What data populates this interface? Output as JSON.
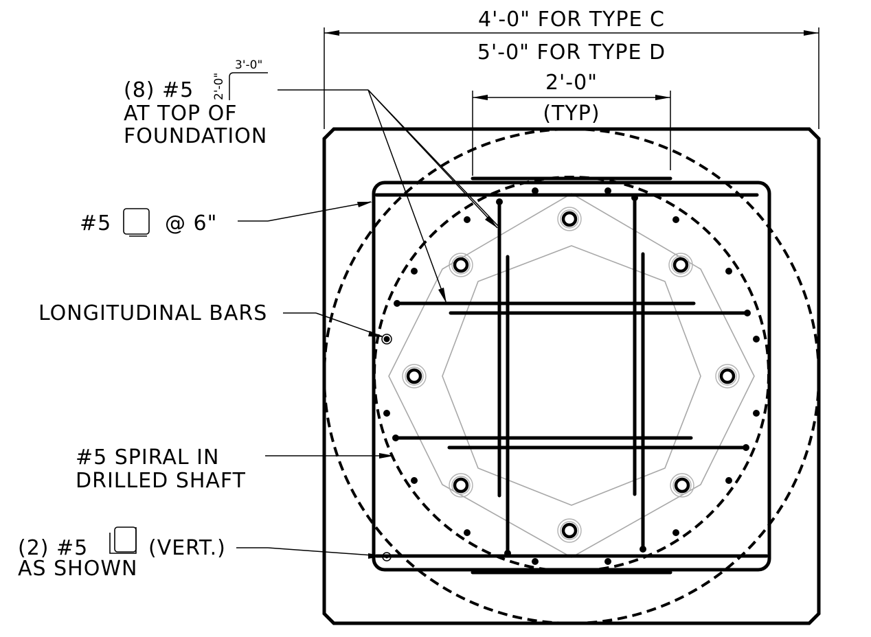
{
  "dimensions": {
    "overall_line1": "4'-0\" FOR TYPE C",
    "overall_line2": "5'-0\" FOR TYPE D",
    "inner_line1": "2'-0\"",
    "inner_line2": "(TYP)"
  },
  "callouts": {
    "top_bars_line1": "(8) #5",
    "top_bars_line2": "AT TOP OF",
    "top_bars_line3": "FOUNDATION",
    "bend_leg_vertical": "2'-0\"",
    "bend_leg_horizontal": "3'-0\"",
    "stirrups_prefix": "#5",
    "stirrups_suffix": "@  6\"",
    "longitudinal": "LONGITUDINAL BARS",
    "spiral_line1": "#5 SPIRAL IN",
    "spiral_line2": "DRILLED SHAFT",
    "vert_prefix": "(2) #5",
    "vert_suffix": "(VERT.)",
    "vert_line2": "AS SHOWN"
  },
  "colors": {
    "ink": "#000000",
    "bolt_pattern": "#a8a8a8"
  }
}
